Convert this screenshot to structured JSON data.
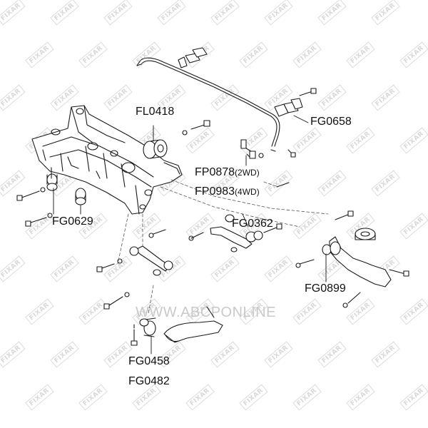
{
  "watermark": {
    "brand": "FIXAR",
    "site": "WWW.ABCPONLINE"
  },
  "labels": {
    "fl0418": "FL0418",
    "fg0658": "FG0658",
    "fp0878": "FP0878",
    "fp0878_note": "(2WD)",
    "fp0983": "FP0983",
    "fp0983_note": "(4WD)",
    "fg0362": "FG0362",
    "fg0629": "FG0629",
    "fg0899": "FG0899",
    "fg0458": "FG0458",
    "fg0482": "FG0482"
  }
}
